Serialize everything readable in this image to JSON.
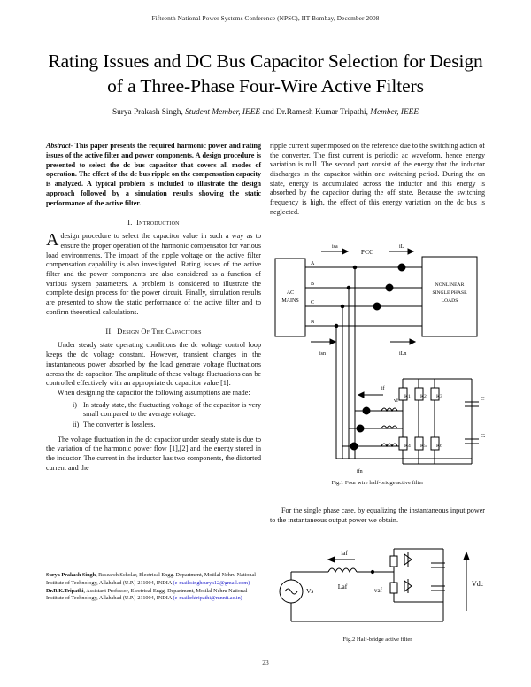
{
  "header": {
    "conference": "Fifteenth National Power Systems Conference (NPSC), IIT Bombay, December 2008"
  },
  "title": "Rating Issues and DC Bus Capacitor Selection for Design of a Three-Phase Four-Wire Active Filters",
  "authors": {
    "a1_name": "Surya Prakash Singh, ",
    "a1_role": "Student Member, IEEE",
    "conj": " and Dr.Ramesh Kumar Tripathi, ",
    "a2_role": "Member, IEEE"
  },
  "abstract": {
    "lead": "Abstract- ",
    "text": "This paper presents the required harmonic power and rating issues of the active filter and power components. A design procedure is presented to select the dc bus capacitor that covers all modes of operation. The effect of the dc bus ripple on the compensation capacity is analyzed. A typical problem is included to illustrate the design approach followed by a simulation results showing the static performance of the active filter."
  },
  "sections": {
    "intro": {
      "number": "I.",
      "name": "Introduction"
    },
    "design": {
      "number": "II.",
      "name": "Design Of The Capacitors"
    }
  },
  "intro_par": {
    "dropcap": "A",
    "rest": " design procedure to select the capacitor value in such a way as to ensure the proper operation of the harmonic compensator for various load environments. The impact of the ripple voltage on the active filter compensation capability is also investigated. Rating issues of the active filter and the power components are also considered as a function of various system parameters. A problem is considered to illustrate the complete design process for the power circuit. Finally, simulation results are presented to show the static performance of the active filter and to confirm theoretical calculations."
  },
  "design_par1": "Under steady state operating conditions the dc voltage control loop keeps the dc voltage constant. However, transient changes in the instantaneous power absorbed by the load generate voltage fluctuations across the dc capacitor. The amplitude of these voltage fluctuations can be controlled effectively with an appropriate dc capacitor value [1]:",
  "design_par2": "When designing the capacitor the following assumptions are made:",
  "assumptions": [
    {
      "marker": "i)",
      "text": "In steady state, the fluctuating voltage of the capacitor is very small compared to the average voltage."
    },
    {
      "marker": "ii)",
      "text": "The converter is lossless."
    }
  ],
  "design_par3": "The voltage fluctuation in the dc capacitor under steady state is due to the variation of the harmonic power flow [1],[2] and the energy stored in the inductor. The current in the inductor has two components, the distorted current and the",
  "right_col": {
    "par1": "ripple current superimposed on the reference due to the switching action of the converter. The first current is periodic ac waveform, hence energy variation is null. The second part consist of the energy that the inductor discharges in the capacitor within one switching period. During the on state, energy is accumulated across the inductor and this energy is absorbed by the capacitor during the off state. Because the switching frequency is high, the effect of this energy variation on the dc bus is neglected.",
    "par2": "For the single phase case, by equalizing the instantaneous input power to the instantaneous output power we obtain."
  },
  "footnote": {
    "line1_bold": "Surya Prakash Singh",
    "line1": ", Research Scholar, Electrical Engg. Department, Motilal Nehru National Institute of Technology, Allahabad (U.P.)-211004, INDIA ",
    "line1_mail": "(e-mail:singhsurya12@gmail.com)",
    "line2_bold": "Dr.R.K.Tripathi",
    "line2": ", Assistant Professor, Electrical Engg. Department, Motilal Nehru National Institute of Technology, Allahabad (U.P.)-211004, INDIA ",
    "line2_mail": "(e-mail:rktripathi@mnnit.ac.in)"
  },
  "figures": {
    "fig1": {
      "caption": "Fig.1 Four wire half-bridge active filter",
      "labels": {
        "source": "AC\nMAINS",
        "source_l1": "AC",
        "source_l2": "MAINS",
        "load_l1": "NONLINEAR",
        "load_l2": "SINGLE PHASE",
        "load_l3": "LOADS",
        "pcc": "PCC",
        "phase_a": "A",
        "phase_b": "B",
        "phase_c": "C",
        "neutral": "N",
        "i_sa": "isa",
        "i_l": "iL",
        "i_sn": "isn",
        "i_ln": "iLn",
        "i_f": "if",
        "v_f": "vf",
        "i_fn": "ifn",
        "k1": "K1",
        "k2": "K2",
        "k3": "K3",
        "k4": "K4",
        "k5": "K5",
        "k6": "K6",
        "c1": "C1",
        "c2": "C2"
      }
    },
    "fig2": {
      "caption": "Fig.2 Half-bridge active filter",
      "labels": {
        "i_af": "iaf",
        "l_af": "Laf",
        "v_af": "vaf",
        "v_s": "Vs",
        "v_dc": "Vdc"
      }
    }
  },
  "folio": "23"
}
